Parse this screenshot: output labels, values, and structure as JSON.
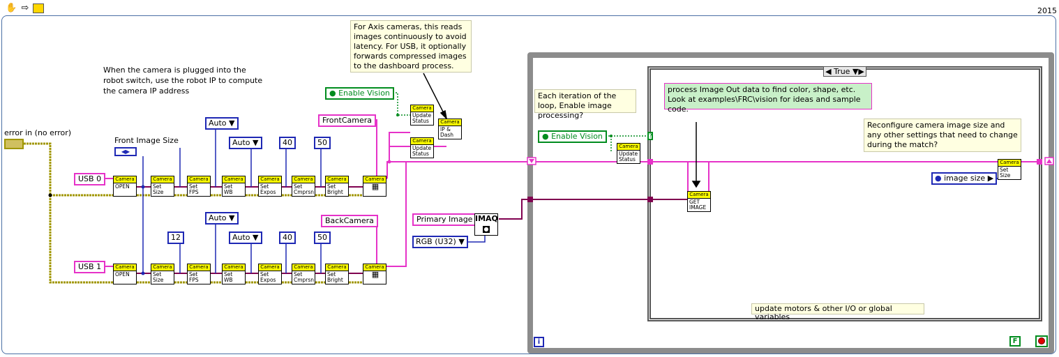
{
  "toolbar": {
    "hand_icon": "hand-pan-icon",
    "arrow_icon": "arrow-icon",
    "highlight_icon": "highlight-execution-icon"
  },
  "year": "2015",
  "comments": {
    "plug_camera": "When the camera is plugged into the robot switch, use the robot IP to compute the camera IP address",
    "axis": "For Axis cameras, this reads images continuously to avoid latency. For USB, it optionally forwards compressed images to the dashboard process.",
    "each_iteration": "Each iteration of the loop, Enable image processing?",
    "process_image": "process Image Out data to find color, shape, etc.  Look at examples\\FRC\\vision for ideas and sample code.",
    "reconfigure": "Reconfigure camera image size and any other settings that need to change during the match?",
    "update_motors": "update motors & other I/O or global variables"
  },
  "labels": {
    "error_in": "error in (no error)",
    "front_image_size": "Front Image Size"
  },
  "constants": {
    "usb0": "USB 0",
    "usb1": "USB 1",
    "front_camera": "FrontCamera",
    "back_camera": "BackCamera",
    "enable_vision_1": "Enable Vision",
    "enable_vision_2": "Enable Vision",
    "auto_fps_front": "Auto",
    "auto_wb_front": "Auto",
    "auto_fps_back": "Auto",
    "auto_wb_back": "Auto",
    "expos_front": "40",
    "cmprsn_front": "50",
    "size_back": "12",
    "expos_back": "40",
    "cmprsn_back": "50",
    "primary_image": "Primary Image",
    "rgb": "RGB (U32)",
    "image_size": "image size",
    "loop_stop": "F",
    "loop_index": "i",
    "case_selector": "True"
  },
  "vi_header": "Camera",
  "vis": {
    "open1": "OPEN",
    "size1": "Set\nSize",
    "fps1": "Set\nFPS",
    "wb1": "Set\nWB",
    "expos1": "Set\nExpos",
    "cmp1": "Set\nCmprsn",
    "bright1": "Set\nBright",
    "open2": "OPEN",
    "size2": "Set\nSize",
    "fps2": "Set\nFPS",
    "wb2": "Set\nWB",
    "expos2": "Set\nExpos",
    "cmp2": "Set\nCmprsn",
    "bright2": "Set\nBright",
    "status_a": "Update\nStatus",
    "status_b": "Update\nStatus",
    "ipdash": "IP &\nDash",
    "status_loop": "Update\nStatus",
    "get_image": "GET\nIMAGE",
    "set_size_loop": "Set\nSize"
  },
  "imaq_label": "IMAQ",
  "colors": {
    "string_wire": "#e632c8",
    "error_wire": "#a09600",
    "refnum_wire": "#800050",
    "numeric_wire": "#1e28b4",
    "boolean_wire": "#008c1e",
    "loop_border": "#8c8c8c",
    "comment_bg": "#ffffe1",
    "vi_header": "#ffff00",
    "case_text_bg": "#c8f0c8"
  }
}
